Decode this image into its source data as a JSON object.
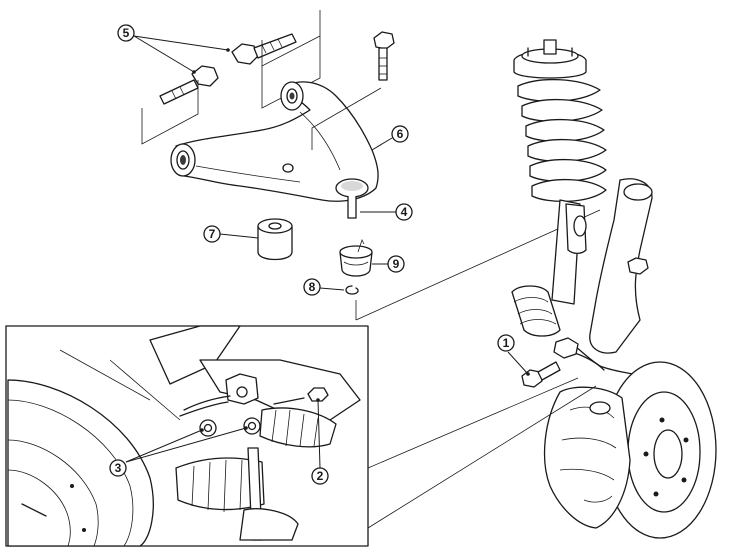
{
  "callouts": [
    {
      "id": "1",
      "label": "1"
    },
    {
      "id": "2",
      "label": "2"
    },
    {
      "id": "3",
      "label": "3"
    },
    {
      "id": "4",
      "label": "4"
    },
    {
      "id": "5",
      "label": "5"
    },
    {
      "id": "6",
      "label": "6"
    },
    {
      "id": "7",
      "label": "7"
    },
    {
      "id": "8",
      "label": "8"
    },
    {
      "id": "9",
      "label": "9"
    }
  ],
  "colors": {
    "line": "#1a1a1a",
    "background": "#ffffff",
    "shade": "#d8d8d8"
  }
}
